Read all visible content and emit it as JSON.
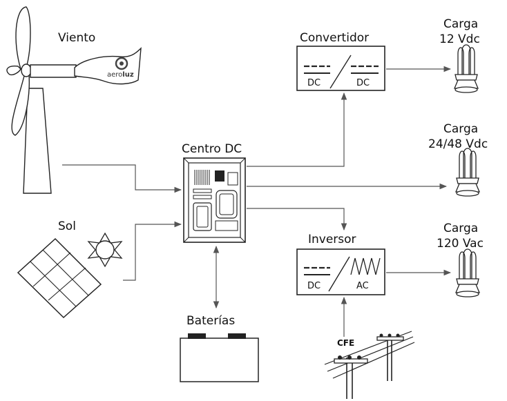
{
  "labels": {
    "viento": "Viento",
    "sol": "Sol",
    "centro": "Centro DC",
    "baterias": "Baterías",
    "convertidor": "Convertidor",
    "inversor": "Inversor",
    "cfe": "CFE",
    "carga1_title": "Carga",
    "carga1_value": "12 Vdc",
    "carga2_title": "Carga",
    "carga2_value": "24/48 Vdc",
    "carga3_title": "Carga",
    "carga3_value": "120 Vac"
  },
  "converter": {
    "in_label": "DC",
    "out_label": "DC"
  },
  "inverter": {
    "in_label": "DC",
    "out_label": "AC"
  },
  "logo": {
    "part1": "aero",
    "part2": "luz"
  },
  "icons": {
    "wind": "wind-turbine-icon",
    "solar": "solar-panel-icon",
    "sun": "sun-icon",
    "battery": "battery-icon",
    "bulb": "cfl-bulb-icon",
    "pole": "power-pole-icon"
  }
}
